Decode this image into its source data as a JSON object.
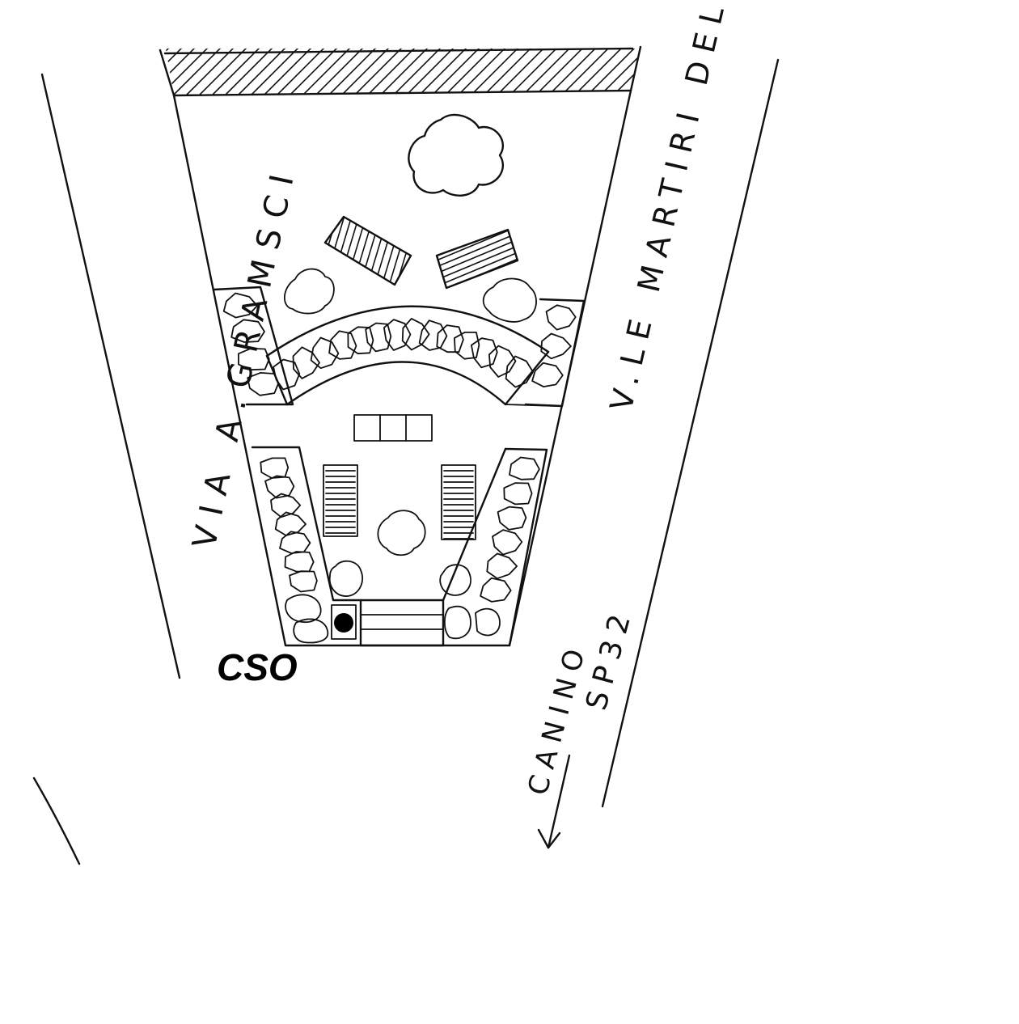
{
  "labels": {
    "street_left": "VIA A.GRAMSCI",
    "street_right": "V.LE MARTIRI DELLA LIBERTA",
    "road_direction": "CANINO",
    "road_number": "SP32",
    "marker": "CSO"
  },
  "colors": {
    "ink": "#111111",
    "background": "#ffffff",
    "marker": "#000000"
  }
}
